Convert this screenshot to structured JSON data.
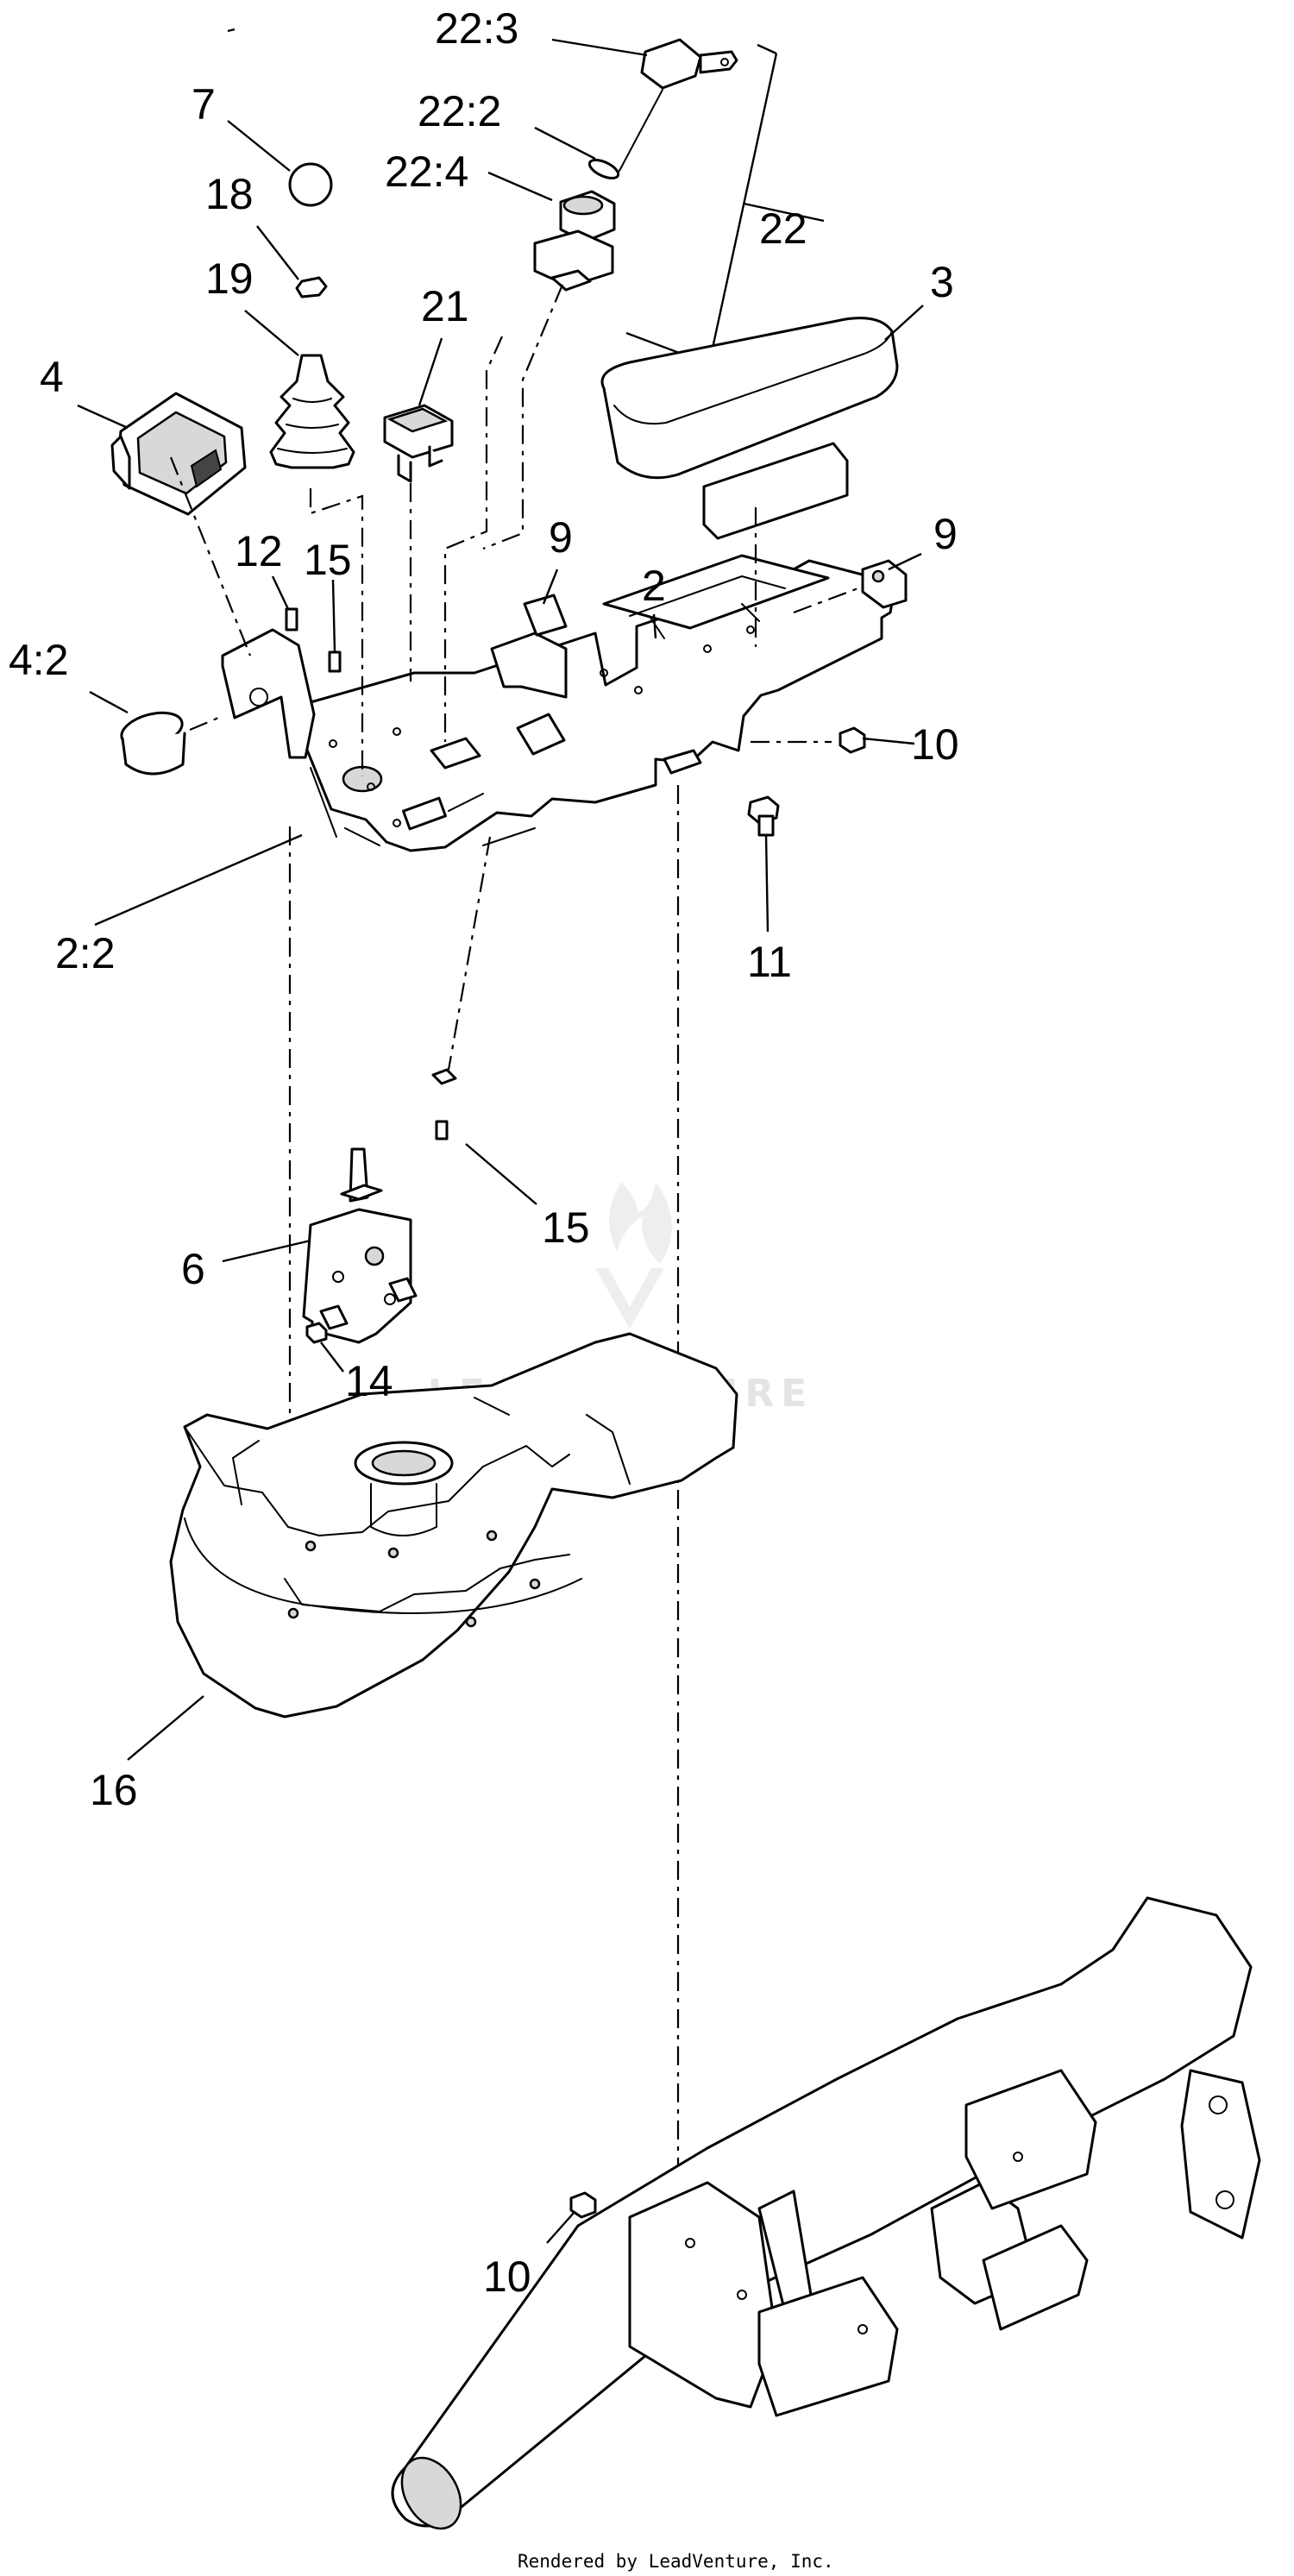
{
  "callouts": [
    {
      "id": "c-22-3",
      "text": "22:3"
    },
    {
      "id": "c-22-2",
      "text": "22:2"
    },
    {
      "id": "c-22-4",
      "text": "22:4"
    },
    {
      "id": "c-22",
      "text": "22"
    },
    {
      "id": "c-7",
      "text": "7"
    },
    {
      "id": "c-18",
      "text": "18"
    },
    {
      "id": "c-19",
      "text": "19"
    },
    {
      "id": "c-21",
      "text": "21"
    },
    {
      "id": "c-3",
      "text": "3"
    },
    {
      "id": "c-4",
      "text": "4"
    },
    {
      "id": "c-9a",
      "text": "9"
    },
    {
      "id": "c-9b",
      "text": "9"
    },
    {
      "id": "c-12",
      "text": "12"
    },
    {
      "id": "c-15a",
      "text": "15"
    },
    {
      "id": "c-2",
      "text": "2"
    },
    {
      "id": "c-4-2",
      "text": "4:2"
    },
    {
      "id": "c-10a",
      "text": "10"
    },
    {
      "id": "c-2-2",
      "text": "2:2"
    },
    {
      "id": "c-11",
      "text": "11"
    },
    {
      "id": "c-15b",
      "text": "15"
    },
    {
      "id": "c-6",
      "text": "6"
    },
    {
      "id": "c-14",
      "text": "14"
    },
    {
      "id": "c-16",
      "text": "16"
    },
    {
      "id": "c-10b",
      "text": "10"
    }
  ],
  "watermark": {
    "text": "LEADVENTURE"
  },
  "footer": {
    "text": "Rendered by LeadVenture, Inc."
  }
}
